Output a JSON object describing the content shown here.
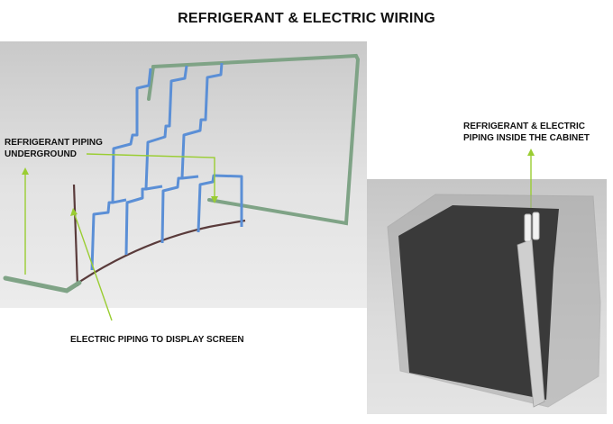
{
  "title": "REFRIGERANT & ELECTRIC WIRING",
  "labels": {
    "underground": "REFRIGERANT PIPING UNDERGROUND",
    "electric": "ELECTRIC PIPING TO DISPLAY SCREEN",
    "cabinet": "REFRIGERANT & ELECTRIC PIPING INSIDE THE CABINET"
  },
  "colors": {
    "refrigerant_pipe": "#5b8fd6",
    "frame_pipe": "#7fa386",
    "electric_conduit": "#5a3b3b",
    "leader_line": "#9acd32",
    "cabinet_body": "#3a3a3a"
  }
}
